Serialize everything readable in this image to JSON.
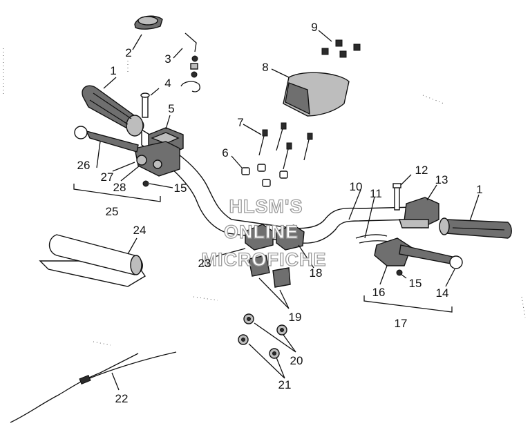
{
  "callouts": [
    {
      "id": "c1a",
      "text": "1"
    },
    {
      "id": "c2",
      "text": "2"
    },
    {
      "id": "c3",
      "text": "3"
    },
    {
      "id": "c4",
      "text": "4"
    },
    {
      "id": "c5",
      "text": "5"
    },
    {
      "id": "c6",
      "text": "6"
    },
    {
      "id": "c7",
      "text": "7"
    },
    {
      "id": "c8",
      "text": "8"
    },
    {
      "id": "c9",
      "text": "9"
    },
    {
      "id": "c10",
      "text": "10"
    },
    {
      "id": "c11",
      "text": "11"
    },
    {
      "id": "c12",
      "text": "12"
    },
    {
      "id": "c13",
      "text": "13"
    },
    {
      "id": "c1b",
      "text": "1"
    },
    {
      "id": "c14",
      "text": "14"
    },
    {
      "id": "c15a",
      "text": "15"
    },
    {
      "id": "c15b",
      "text": "15"
    },
    {
      "id": "c16",
      "text": "16"
    },
    {
      "id": "c17",
      "text": "17"
    },
    {
      "id": "c18",
      "text": "18"
    },
    {
      "id": "c19",
      "text": "19"
    },
    {
      "id": "c20",
      "text": "20"
    },
    {
      "id": "c21",
      "text": "21"
    },
    {
      "id": "c22",
      "text": "22"
    },
    {
      "id": "c23",
      "text": "23"
    },
    {
      "id": "c24",
      "text": "24"
    },
    {
      "id": "c25",
      "text": "25"
    },
    {
      "id": "c26",
      "text": "26"
    },
    {
      "id": "c27",
      "text": "27"
    },
    {
      "id": "c28",
      "text": "28"
    }
  ],
  "watermark": {
    "line1": "HLSM'S",
    "line2": "ONLINE",
    "line3": "MICROFICHE"
  }
}
